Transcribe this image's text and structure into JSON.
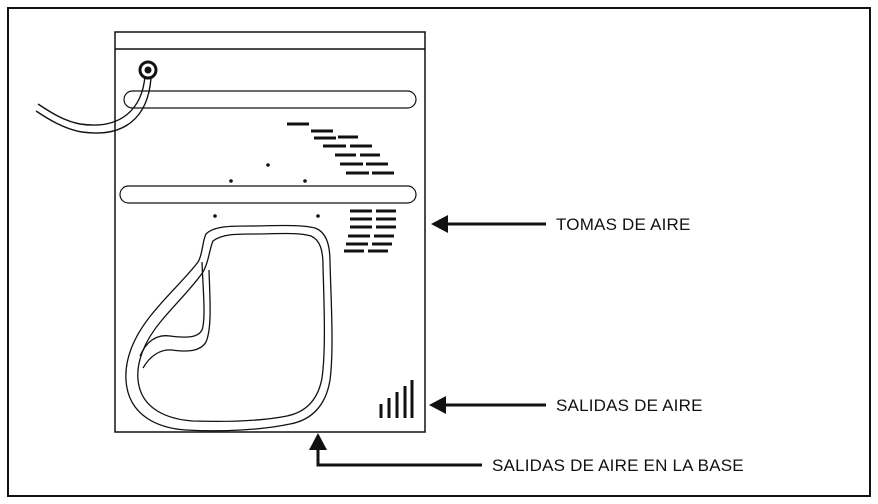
{
  "labels": {
    "air_intakes": "TOMAS DE AIRE",
    "air_outlets": "SALIDAS DE AIRE",
    "base_air_outlets": "SALIDAS DE AIRE EN LA BASE"
  },
  "colors": {
    "line": "#111111",
    "background": "#ffffff"
  }
}
